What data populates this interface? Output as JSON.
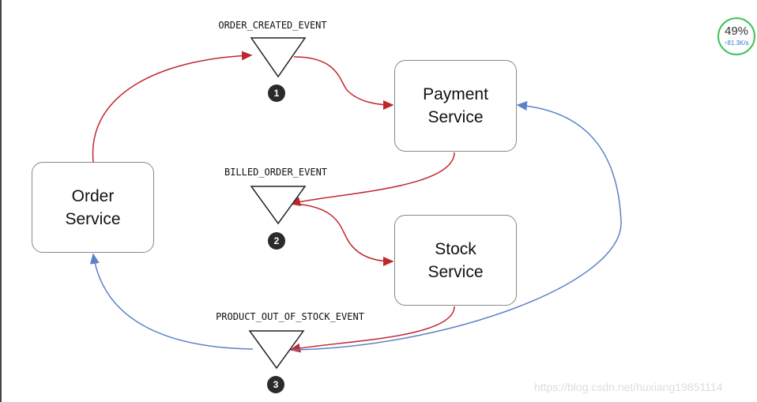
{
  "services": {
    "order": [
      "Order",
      "Service"
    ],
    "payment": [
      "Payment",
      "Service"
    ],
    "stock": [
      "Stock",
      "Service"
    ]
  },
  "events": [
    {
      "name": "ORDER_CREATED_EVENT",
      "number": "1"
    },
    {
      "name": "BILLED_ORDER_EVENT",
      "number": "2"
    },
    {
      "name": "PRODUCT_OUT_OF_STOCK_EVENT",
      "number": "3"
    }
  ],
  "colors": {
    "publish_arrow": "#c0272d",
    "compensate_arrow": "#5b82c8"
  },
  "widget": {
    "percent": "49%",
    "rate": "↑81.3K/s"
  },
  "watermark": "https://blog.csdn.net/huxiang19851114"
}
